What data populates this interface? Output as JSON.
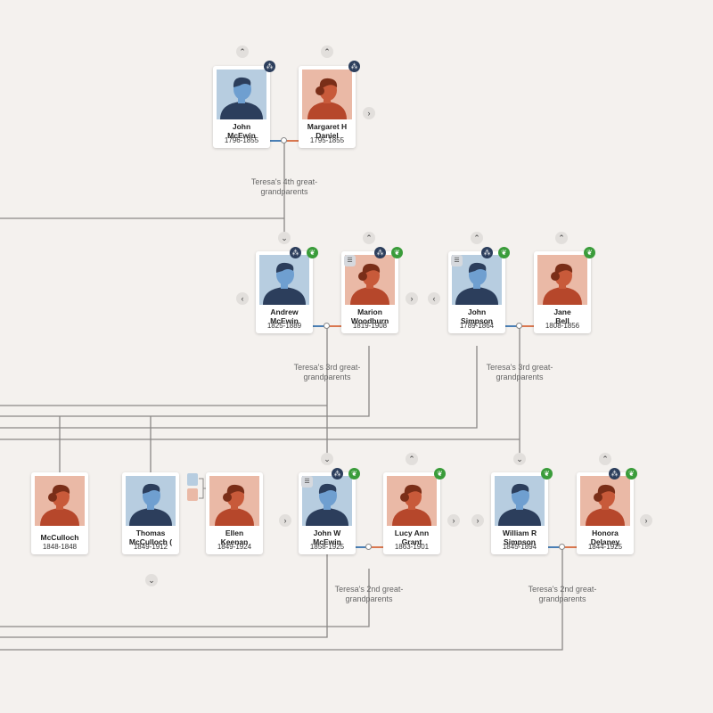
{
  "people": {
    "john_mcewin_1796": {
      "name": "John\nMcEwin",
      "dates": "1796-1855"
    },
    "margaret_h_daniel": {
      "name": "Margaret H\nDaniel",
      "dates": "1795-1855"
    },
    "andrew_mcewin": {
      "name": "Andrew\nMcEwin",
      "dates": "1825-1889"
    },
    "marion_woodburn": {
      "name": "Marion\nWoodburn",
      "dates": "1819-1908"
    },
    "john_simpson": {
      "name": "John\nSimpson",
      "dates": "1789-1864"
    },
    "jane_bell": {
      "name": "Jane\nBell",
      "dates": "1808-1856"
    },
    "mcculloch": {
      "name": "McCulloch",
      "dates": "1848-1848"
    },
    "thomas_mcculloch": {
      "name": "Thomas\nMcCulloch (",
      "dates": "1849-1912"
    },
    "ellen_keenan": {
      "name": "Ellen\nKeenan",
      "dates": "1849-1924"
    },
    "john_w_mcewin": {
      "name": "John W\nMcEwin",
      "dates": "1858-1925"
    },
    "lucy_ann_grant": {
      "name": "Lucy Ann\nGrant",
      "dates": "1863-1901"
    },
    "william_r_simpson": {
      "name": "William R\nSimpson",
      "dates": "1845-1894"
    },
    "honora_delaney": {
      "name": "Honora\nDelaney",
      "dates": "1844-1925"
    }
  },
  "relationships": {
    "fourth": "Teresa's 4th great-\ngrandparents",
    "third_a": "Teresa's 3rd great-\ngrandparents",
    "third_b": "Teresa's 3rd great-\ngrandparents",
    "second_a": "Teresa's 2nd great-\ngrandparents",
    "second_b": "Teresa's 2nd great-\ngrandparents"
  },
  "icons": {
    "chevron_up": "⌃",
    "chevron_down": "⌄",
    "chevron_left": "‹",
    "chevron_right": "›",
    "family_tree": "⁂",
    "hint_leaf": "❦",
    "records_list": "☰"
  },
  "colors": {
    "background": "#f4f1ee",
    "male_portrait": "#b7cde0",
    "female_portrait": "#eab9a6",
    "male_figure": "#2c3e5c",
    "female_figure": "#b6472b",
    "hint_green": "#3a9c3a",
    "line_gray": "#8a8886",
    "connector_blue": "#4a7fb5",
    "connector_orange": "#d9774f"
  }
}
